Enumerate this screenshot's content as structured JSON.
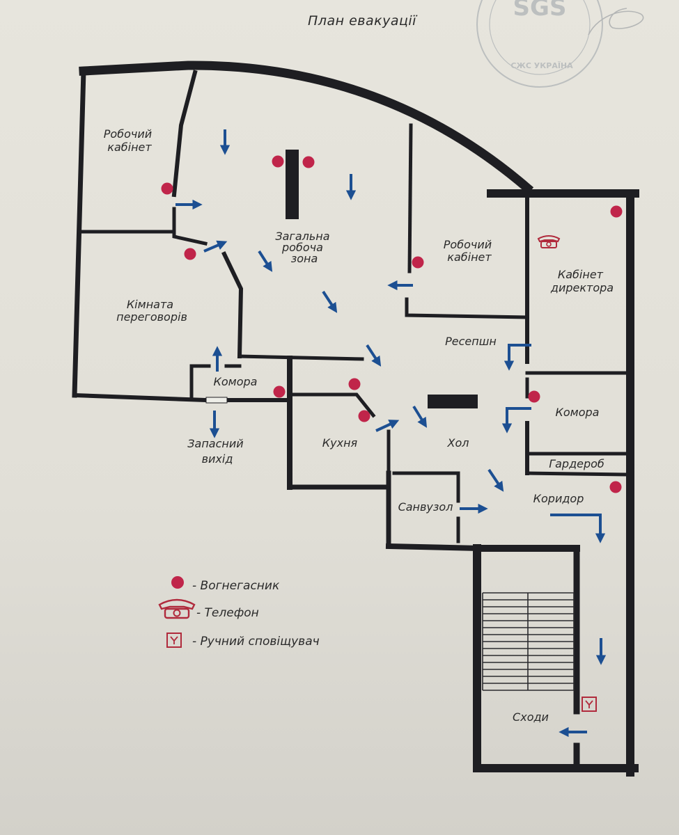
{
  "title": "План евакуації",
  "stamp": {
    "text": "SGS",
    "subtext": "СЖС УКРАЇНА",
    "color": "#9aa1a8"
  },
  "rooms": {
    "work_office_1": [
      "Робочий",
      "кабінет"
    ],
    "general_work_zone": [
      "Загальна",
      "робоча",
      "зона"
    ],
    "work_office_2": [
      "Робочий",
      "кабінет"
    ],
    "director_office": [
      "Кабінет",
      "директора"
    ],
    "meeting_room": [
      "Кімната",
      "переговорів"
    ],
    "storage_1": "Комора",
    "emergency_exit": [
      "Запасний",
      "вихід"
    ],
    "reception": "Ресепшн",
    "kitchen": "Кухня",
    "hall": "Хол",
    "storage_2": "Комора",
    "wardrobe": "Гардероб",
    "corridor": "Коридор",
    "bathroom": "Санвузол",
    "stairs": "Сходи"
  },
  "legend": {
    "extinguisher": "- Вогнегасник",
    "phone": "- Телефон",
    "alarm": "- Ручний сповіщувач"
  },
  "colors": {
    "wall": "#1e1e22",
    "arrow": "#1c4f92",
    "extinguisher": "#c0254a",
    "phone": "#b02a3c",
    "paper": "#e4e2da"
  },
  "icons": {
    "extinguisher": "red-dot-icon",
    "phone": "phone-icon",
    "alarm": "manual-call-point-icon",
    "arrow": "evacuation-arrow-icon"
  }
}
